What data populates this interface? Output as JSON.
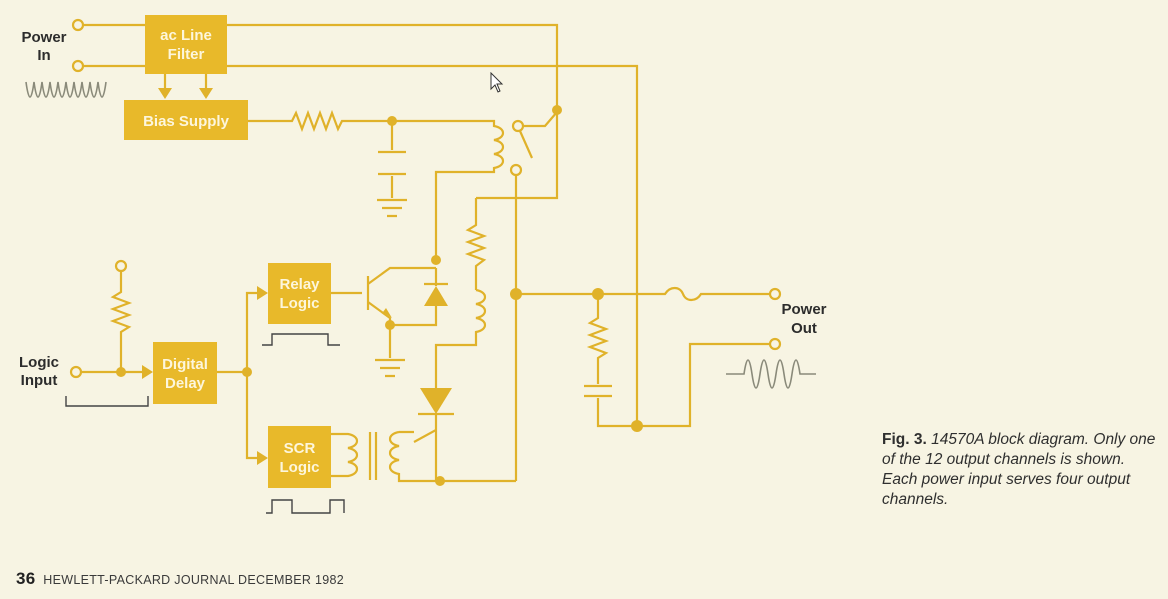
{
  "blocks": {
    "ac_line_filter": [
      "ac Line",
      "Filter"
    ],
    "bias_supply": "Bias Supply",
    "relay_logic": [
      "Relay",
      "Logic"
    ],
    "digital_delay": [
      "Digital",
      "Delay"
    ],
    "scr_logic": [
      "SCR",
      "Logic"
    ]
  },
  "labels": {
    "power_in": [
      "Power",
      "In"
    ],
    "logic_input": [
      "Logic",
      "Input"
    ],
    "power_out": [
      "Power",
      "Out"
    ]
  },
  "caption": {
    "fig": "Fig. 3.",
    "text": "14570A block diagram. Only one of the 12 output channels is shown. Each power input serves four output channels."
  },
  "footer": {
    "page": "36",
    "journal": "HEWLETT-PACKARD JOURNAL DECEMBER 1982"
  },
  "colors": {
    "accent": "#e8b92a",
    "background": "#f7f4e3",
    "text": "#2c2c2c"
  }
}
